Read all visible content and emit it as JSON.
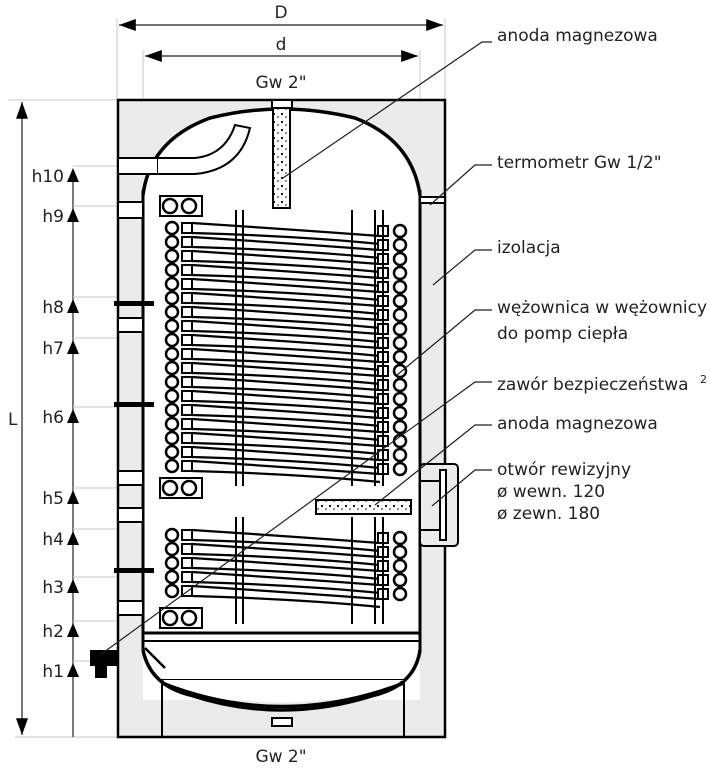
{
  "dimensions": {
    "outer_diameter": "D",
    "inner_diameter": "d",
    "height": "L",
    "top_connection": "Gw 2\"",
    "bottom_connection": "Gw 2\""
  },
  "height_markers": [
    "h10",
    "h9",
    "h8",
    "h7",
    "h6",
    "h5",
    "h4",
    "h3",
    "h2",
    "h1"
  ],
  "callouts": [
    {
      "id": "anode-top",
      "lines": [
        "anoda magnezowa"
      ]
    },
    {
      "id": "thermometer",
      "lines": [
        "termometr Gw 1/2\""
      ]
    },
    {
      "id": "insulation",
      "lines": [
        "izolacja"
      ]
    },
    {
      "id": "coil",
      "lines": [
        "wężownica w wężownicy",
        "do pomp ciepła"
      ]
    },
    {
      "id": "safety-valve",
      "lines": [
        "zawór bezpieczeństwa",
        "2"
      ]
    },
    {
      "id": "anode-side",
      "lines": [
        "anoda magnezowa"
      ]
    },
    {
      "id": "inspection",
      "lines": [
        "otwór rewizyjny",
        "ø wewn. 120",
        "ø zewn. 180"
      ]
    }
  ],
  "colors": {
    "ink": "#000000",
    "insulation": "#ebebeb",
    "guide": "#c8c8c8"
  }
}
